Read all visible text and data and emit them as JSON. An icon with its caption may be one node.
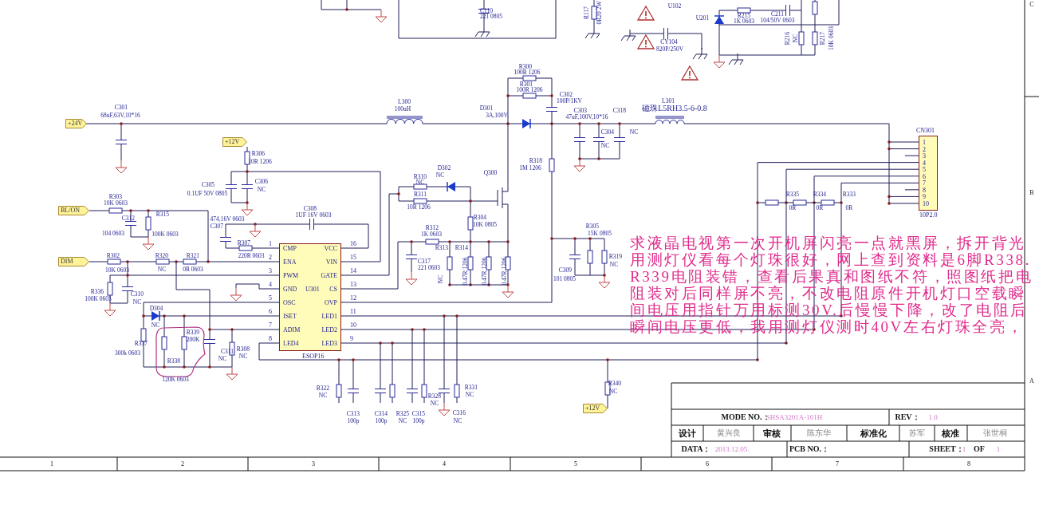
{
  "diagram": {
    "nodes": [
      {
        "text": [
          "CMP",
          "ENA",
          "PWM",
          "GND",
          "OSC",
          "ISET",
          "ADIM",
          "LED4",
          "VCC",
          "VIN",
          "GATE",
          "CS",
          "OVP",
          "LED1",
          "LED2",
          "LED3",
          "U301"
        ],
        "beside": [
          "1",
          "2",
          "3",
          "4",
          "5",
          "6",
          "7",
          "8",
          "9",
          "10",
          "11",
          "12",
          "13",
          "14",
          "15",
          "16",
          "ESOP16"
        ]
      },
      {
        "text": [
          "1",
          "2",
          "3",
          "4",
          "5",
          "6",
          "7",
          "8",
          "9",
          "10"
        ],
        "beside": [
          "CN301",
          "10P2.0"
        ]
      },
      {
        "text": [
          "+24V"
        ]
      },
      {
        "text": [
          "+12V"
        ]
      },
      {
        "text": [
          "BL/ON"
        ]
      },
      {
        "text": [
          "DIM"
        ]
      },
      {
        "text": [
          "+12V"
        ]
      }
    ],
    "labels": [
      "C110",
      "221 0805",
      "R117",
      "0R20 2W",
      "U102",
      "U201",
      "R215",
      "1K 0603",
      "C211",
      "104/50V 0603",
      "R216",
      "NC",
      "R217",
      "10K 0603",
      "CY104",
      "820P/250V",
      "C301",
      "68uF,63V,10*16",
      "L300",
      "100uH",
      "D301",
      "3A,100V",
      "R300",
      "100R 1206",
      "R301",
      "100R 1206",
      "C302",
      "100P/1KV",
      "C303",
      "47uF,100V,10*16",
      "C318",
      "C304",
      "NC",
      "NC",
      "L301",
      "磁珠L5RH3.5-6-0.8",
      "R306",
      "10R 1206",
      "C305",
      "0.1UF 50V 0805",
      "C306",
      "NC",
      "D302",
      "NC",
      "Q300",
      "R318",
      "1M 1206",
      "R310",
      "NC",
      "R311",
      "10R 1206",
      "R303",
      "10K 0603",
      "C312",
      "104 0603",
      "R315",
      "100K 0603",
      "474,16V 0603",
      "C307",
      "C308",
      "1UF 16V 0603",
      "R304",
      "10K 0805",
      "R312",
      "1K 0603",
      "R305",
      "15K 0805",
      "R307",
      "220R 0603",
      "R313",
      "R314",
      "C317",
      "221 0603",
      "NC",
      "0.47R/1206",
      "0.47R 1206",
      "0.47R 1206",
      "R319",
      "NC",
      "C309",
      "101 0805",
      "R302",
      "10K 0603",
      "R320",
      "NC",
      "R321",
      "0R 0603",
      "R336",
      "100K 0603",
      "C310",
      "NC",
      "D304",
      "NC",
      "R339",
      "200K",
      "R337",
      "300k 0603",
      "C311",
      "NC",
      "R308",
      "NC",
      "R338",
      "120K 0603",
      "R335",
      "0R",
      "R334",
      "0R",
      "R333",
      "0R",
      "R322",
      "NC",
      "R328",
      "NC",
      "R331",
      "NC",
      "R340",
      "NC",
      "C313",
      "100p",
      "C314",
      "100p",
      "R325",
      "NC",
      "C315",
      "100p",
      "C316",
      "NC",
      "求液晶电视第一次开机屏闪亮一点就黑屏，拆开背光用测灯仪看每个灯珠很好，网上查到资料是6脚R338.R339电阻装错，查看后果真和图纸不符，照图纸把电阻装对后同样屏不亮，不改电阻原件开机灯口空载瞬间电压用指针万用标测30V.后慢慢下降，改了电阻后瞬间电压更低，我用测灯仪测时40V左右灯珠全亮，",
      "MODE NO.：",
      "SHSA3201A-101H",
      "REV：",
      "1.0",
      "设计",
      "黄兴良",
      "审核",
      "陈东华",
      "标准化",
      "苏军",
      "核准",
      "张世桐",
      "DATA：",
      "2013.12.05.",
      "PCB NO.：",
      "SHEET：",
      "1",
      "OF",
      "1",
      "1",
      "2",
      "3",
      "4",
      "5",
      "6",
      "7",
      "8",
      "C",
      "B",
      "A"
    ]
  }
}
